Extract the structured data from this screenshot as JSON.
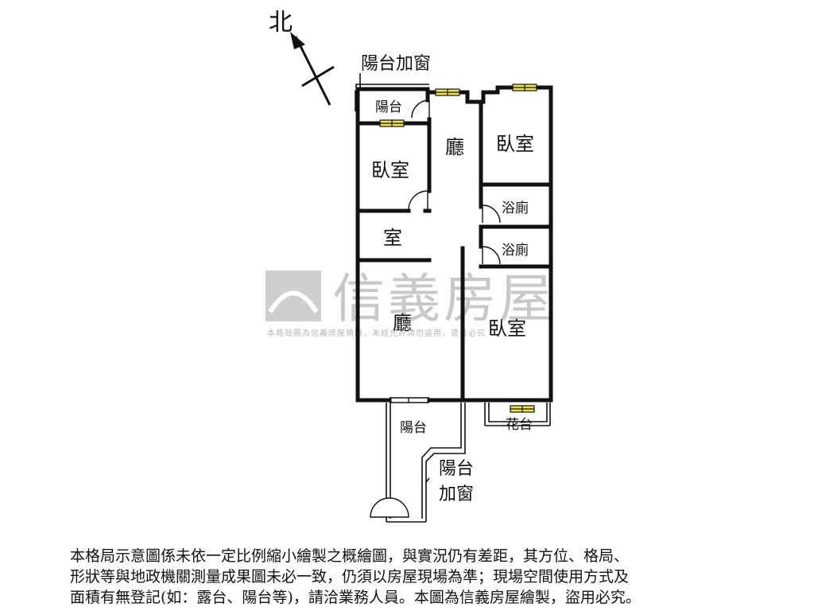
{
  "compass": {
    "north_label": "北"
  },
  "watermark": {
    "brand": "信義房屋",
    "notice": "本格局圖為信義房屋繪製，未經允許請勿盜用，違者必究"
  },
  "annotations": {
    "top_balcony_window": "陽台加窗",
    "bottom_balcony_window_line1": "陽台",
    "bottom_balcony_window_line2": "加窗"
  },
  "rooms": {
    "top_balcony": "陽台",
    "living_room_upper": "廳",
    "bedroom_northeast": "臥室",
    "bedroom_west": "臥室",
    "bathroom_1": "浴廁",
    "bathroom_2": "浴廁",
    "room_small": "室",
    "living_room_lower": "廳",
    "bedroom_southeast": "臥室",
    "bottom_balcony": "陽台",
    "flower_bed": "花台"
  },
  "disclaimer": {
    "line1": "本格局示意圖係未依一定比例縮小繪製之概繪圖，與實況仍有差距，其方位、格局、",
    "line2": "形狀等與地政機關測量成果圖未必一致，仍須以房屋現場為準；現場空間使用方式及",
    "line3": "面積有無登記(如：露台、陽台等)，請洽業務人員。本圖為信義房屋繪製，盜用必究。"
  }
}
